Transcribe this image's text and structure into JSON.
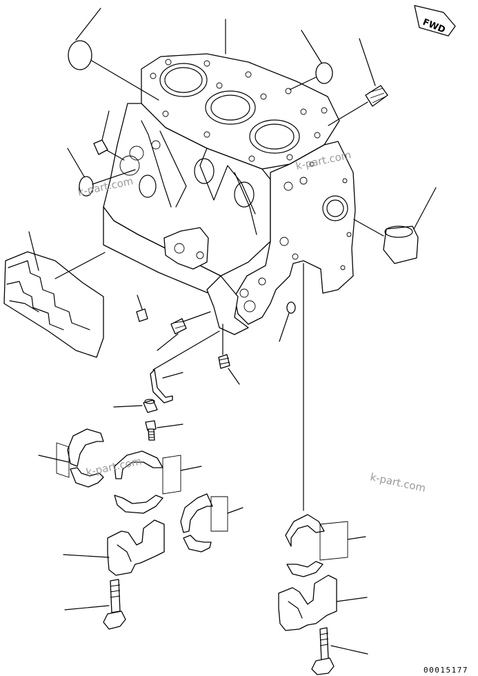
{
  "direction_marker": {
    "label": "FWD"
  },
  "watermarks": [
    "k-part.com",
    "k-part.com",
    "k-part.com",
    "k-part.com"
  ],
  "illustration_number": "00015177"
}
